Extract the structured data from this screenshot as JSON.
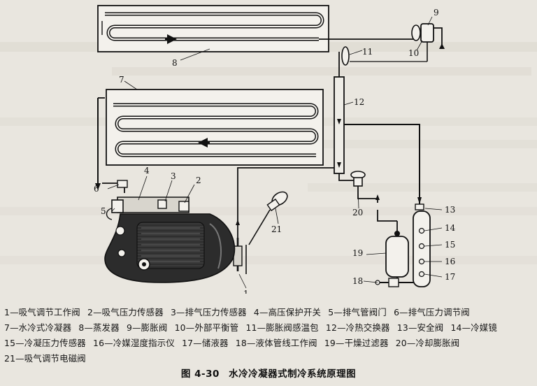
{
  "figure": {
    "number": "图 4-30",
    "title": "水冷冷凝器式制冷系统原理图"
  },
  "callouts": [
    "1",
    "2",
    "3",
    "4",
    "5",
    "6",
    "7",
    "8",
    "9",
    "10",
    "11",
    "12",
    "13",
    "14",
    "15",
    "16",
    "17",
    "18",
    "19",
    "20",
    "21"
  ],
  "legend": [
    {
      "num": "1",
      "text": "—吸气调节工作阀"
    },
    {
      "num": "2",
      "text": "—吸气压力传感器"
    },
    {
      "num": "3",
      "text": "—排气压力传感器"
    },
    {
      "num": "4",
      "text": "—高压保护开关"
    },
    {
      "num": "5",
      "text": "—排气管阀门"
    },
    {
      "num": "6",
      "text": "—排气压力调节阀"
    },
    {
      "num": "7",
      "text": "—水冷式冷凝器"
    },
    {
      "num": "8",
      "text": "—蒸发器"
    },
    {
      "num": "9",
      "text": "—膨胀阀"
    },
    {
      "num": "10",
      "text": "—外部平衡管"
    },
    {
      "num": "11",
      "text": "—膨胀阀感温包"
    },
    {
      "num": "12",
      "text": "—冷热交换器"
    },
    {
      "num": "13",
      "text": "—安全阀"
    },
    {
      "num": "14",
      "text": "—冷媒镜"
    },
    {
      "num": "15",
      "text": "—冷凝压力传感器"
    },
    {
      "num": "16",
      "text": "—冷媒湿度指示仪"
    },
    {
      "num": "17",
      "text": "—储液器"
    },
    {
      "num": "18",
      "text": "—液体管线工作阀"
    },
    {
      "num": "19",
      "text": "—干燥过滤器"
    },
    {
      "num": "20",
      "text": "—冷却膨胀阀"
    },
    {
      "num": "21",
      "text": "—吸气调节电磁阀"
    }
  ],
  "colors": {
    "ink": "#151515",
    "paper": "#e9e6df",
    "machine": "#2a2a2a"
  }
}
